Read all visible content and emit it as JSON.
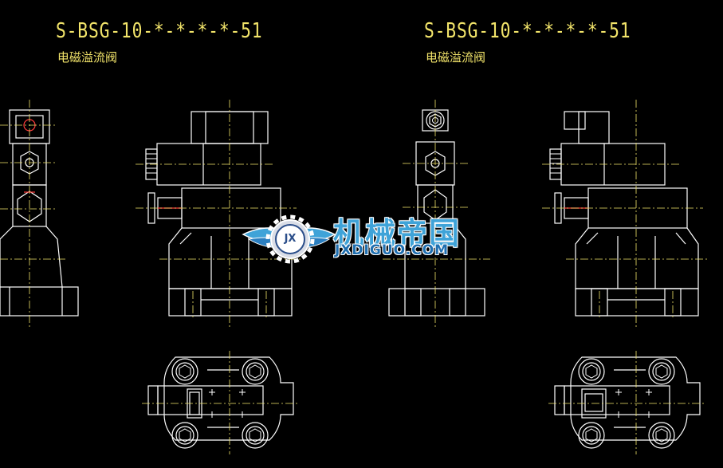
{
  "drawings": [
    {
      "model_title": "S-BSG-10-*-*-*-*-51",
      "subtitle": "电磁溢流阀"
    },
    {
      "model_title": "S-BSG-10-*-*-*-*-51",
      "subtitle": "电磁溢流阀"
    }
  ],
  "watermark": {
    "brand_cn": "机械帝国",
    "brand_en": "JXDIGUO.COM",
    "badge": "JX"
  },
  "colors": {
    "background": "#000000",
    "line": "#ffffff",
    "centerline": "#f2e46a",
    "text": "#f2e46a",
    "accent": "#ff3b3b",
    "watermark_blue": "#3fa3d8"
  }
}
